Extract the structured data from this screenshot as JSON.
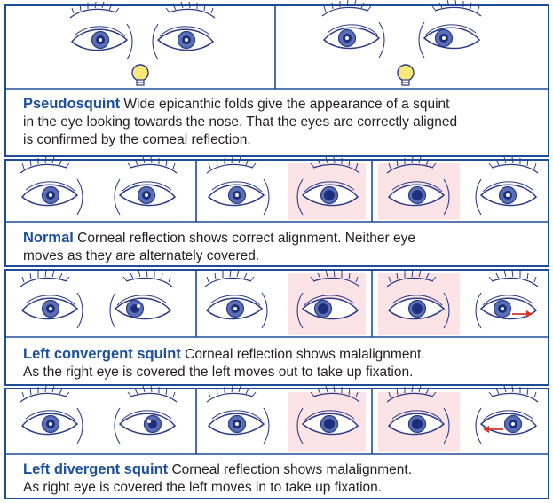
{
  "colors": {
    "frame": "#1d4d96",
    "eye_outline": "#2b3a8a",
    "iris": "#5a6fb4",
    "pupil": "#1f2e7c",
    "cover_shade": "#fbe3e6",
    "bulb": "#f7e878",
    "arrow": "#d6332a"
  },
  "icons": [
    "eye-icon",
    "light-bulb-icon",
    "occluder-card",
    "direction-arrow-icon"
  ],
  "sections": [
    {
      "title": "Pseudosquint",
      "line1": " Wide epicanthic folds give the appearance of a squint",
      "line2": "in the eye looking towards the nose. That the eyes are correctly aligned",
      "line3": "is confirmed by the corneal reflection."
    },
    {
      "title": "Normal",
      "line1": " Corneal reflection shows correct alignment. Neither eye",
      "line2": "moves as they are alternately covered."
    },
    {
      "title": "Left convergent squint",
      "line1": " Corneal reflection shows malalignment.",
      "line2": "As the right eye is covered the left moves out to take up fixation."
    },
    {
      "title": "Left divergent squint",
      "line1": " Corneal reflection shows malalignment.",
      "line2": "As right eye is covered the left moves in to take up fixation."
    }
  ]
}
